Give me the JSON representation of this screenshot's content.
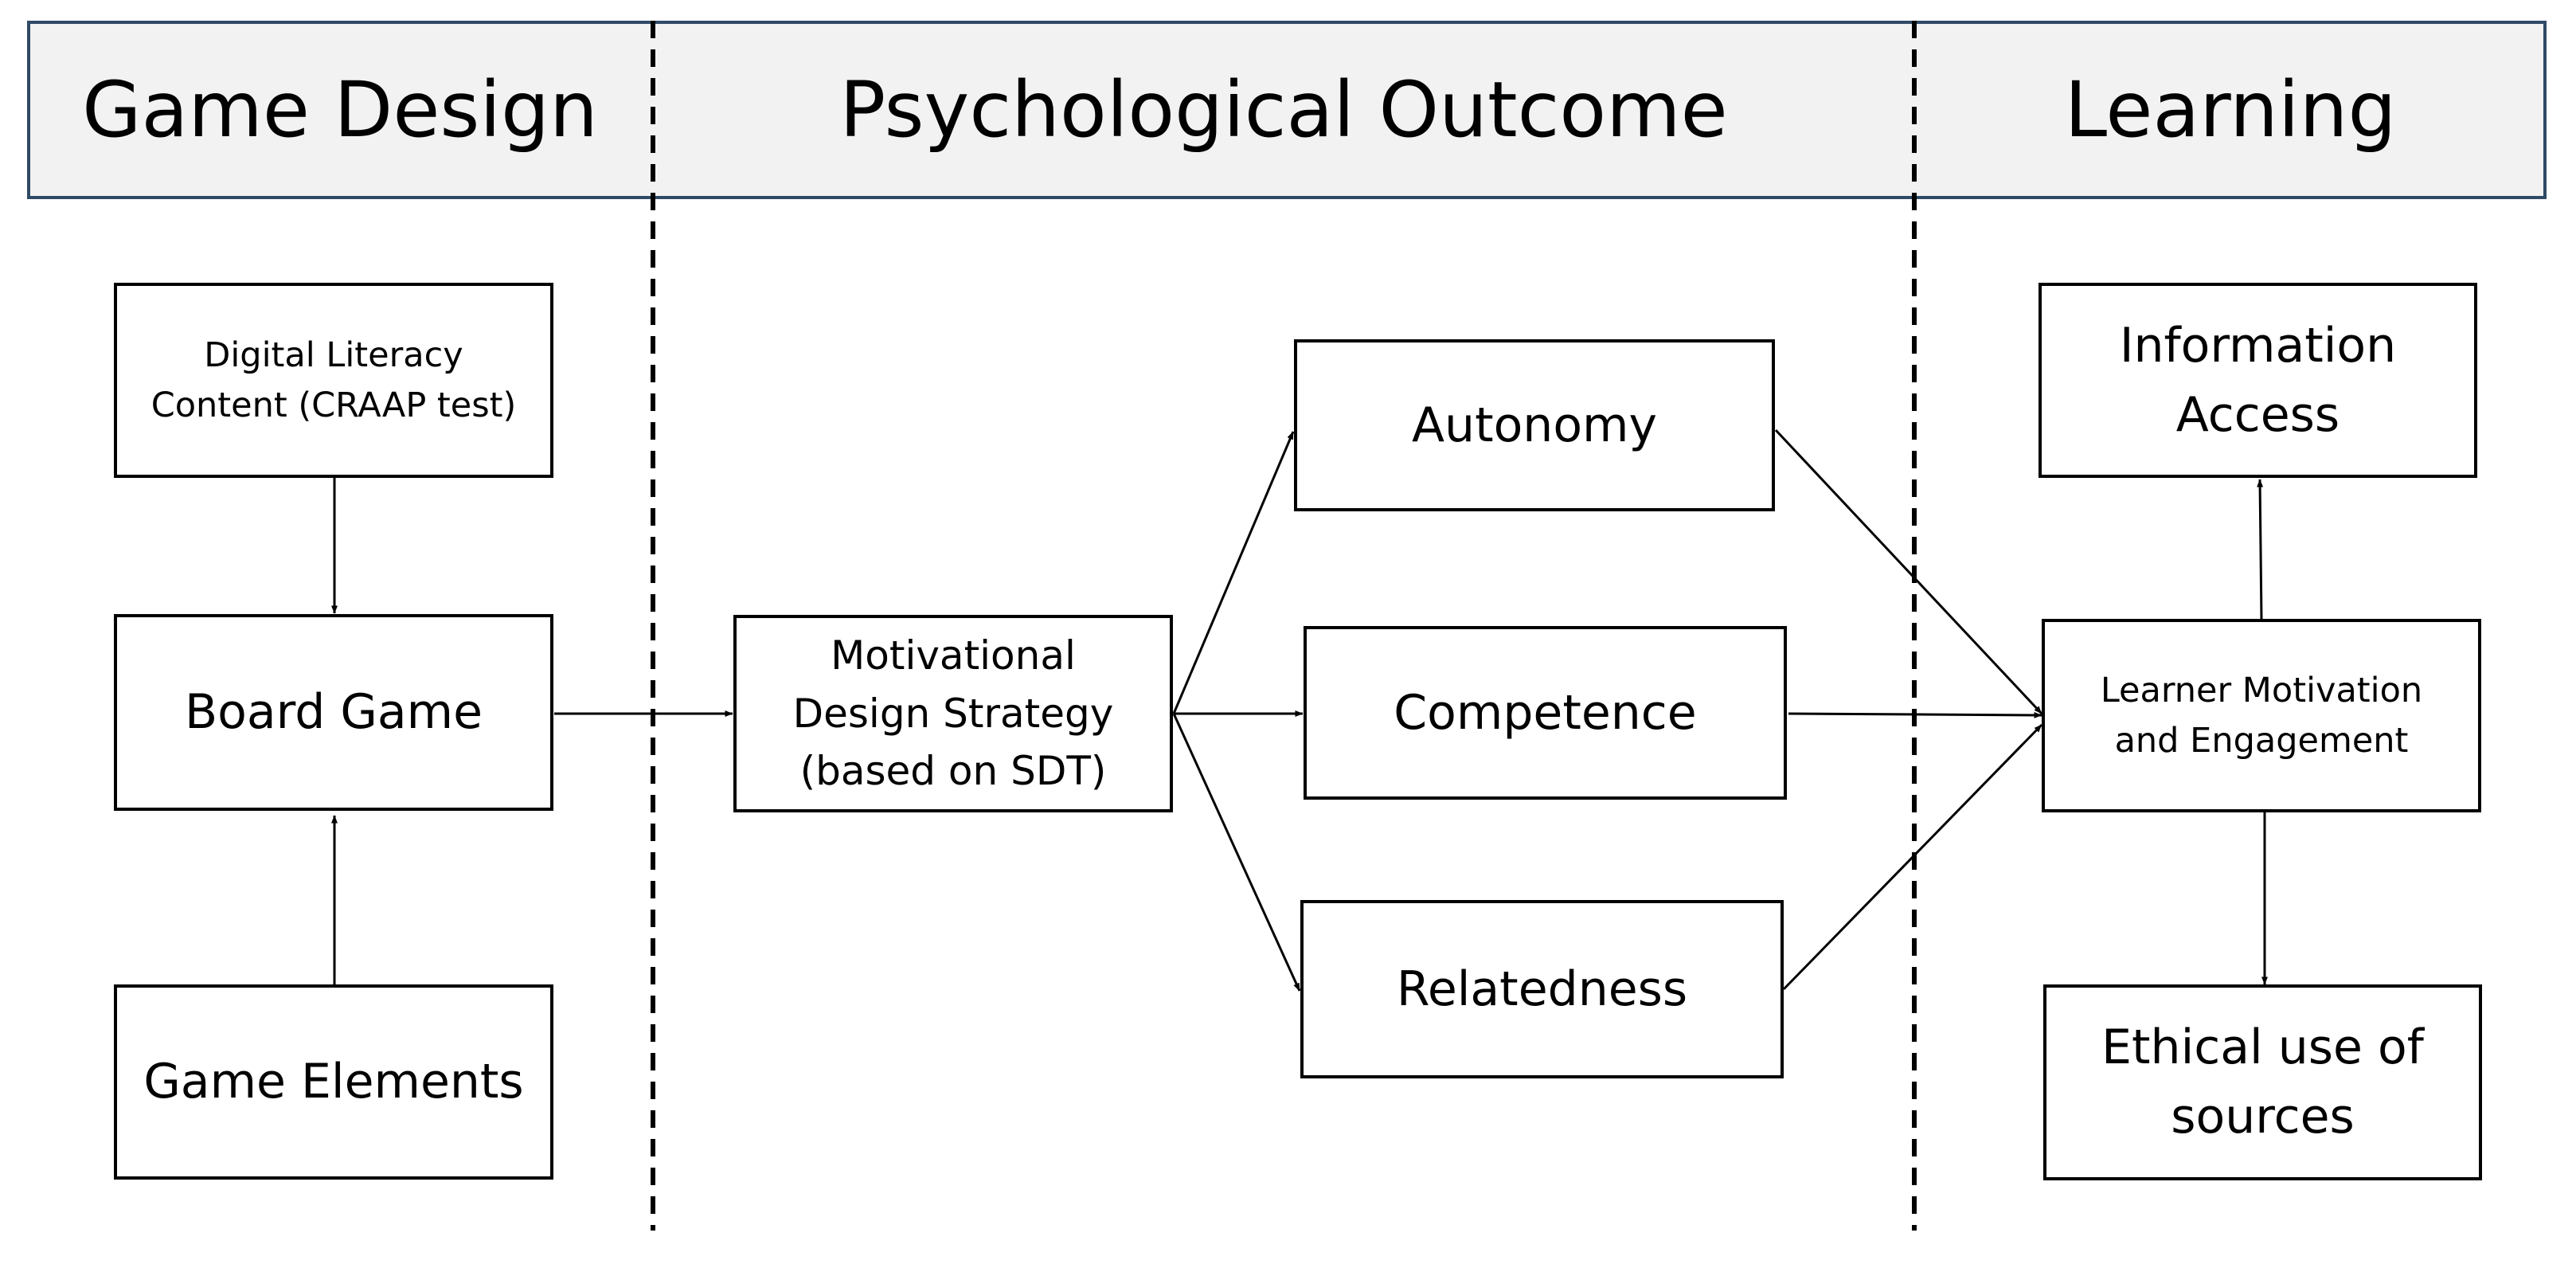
{
  "sections": {
    "game_design": "Game Design",
    "psychological_outcome": "Psychological Outcome",
    "learning": "Learning"
  },
  "nodes": {
    "digital_literacy": {
      "line1": "Digital Literacy",
      "line2": "Content (CRAAP test)"
    },
    "board_game": "Board Game",
    "game_elements": "Game Elements",
    "motivational_strategy": {
      "line1": "Motivational",
      "line2": "Design Strategy",
      "line3": "(based on SDT)"
    },
    "autonomy": "Autonomy",
    "competence": "Competence",
    "relatedness": "Relatedness",
    "information_access": {
      "line1": "Information",
      "line2": "Access"
    },
    "learner_motivation": {
      "line1": "Learner Motivation",
      "line2": "and Engagement"
    },
    "ethical_use": {
      "line1": "Ethical use of",
      "line2": "sources"
    }
  },
  "colors": {
    "header_fill": "#f2f2f2",
    "header_border": "#2f4a66",
    "line": "#000000"
  }
}
